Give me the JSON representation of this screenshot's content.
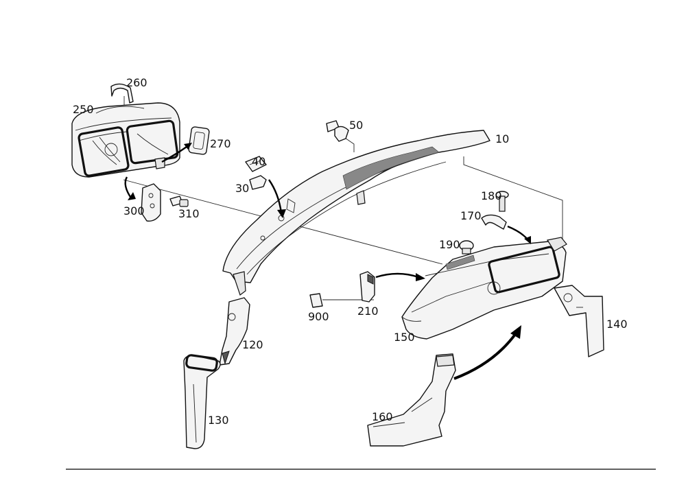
{
  "diagram": {
    "callouts": [
      {
        "id": "10",
        "text": "10"
      },
      {
        "id": "30",
        "text": "30"
      },
      {
        "id": "40",
        "text": "40"
      },
      {
        "id": "50",
        "text": "50"
      },
      {
        "id": "120",
        "text": "120"
      },
      {
        "id": "130",
        "text": "130"
      },
      {
        "id": "140",
        "text": "140"
      },
      {
        "id": "150",
        "text": "150"
      },
      {
        "id": "160",
        "text": "160"
      },
      {
        "id": "170",
        "text": "170"
      },
      {
        "id": "180",
        "text": "180"
      },
      {
        "id": "190",
        "text": "190"
      },
      {
        "id": "210",
        "text": "210"
      },
      {
        "id": "250",
        "text": "250"
      },
      {
        "id": "260",
        "text": "260"
      },
      {
        "id": "270",
        "text": "270"
      },
      {
        "id": "300",
        "text": "300"
      },
      {
        "id": "310",
        "text": "310"
      },
      {
        "id": "900",
        "text": "900"
      }
    ]
  }
}
